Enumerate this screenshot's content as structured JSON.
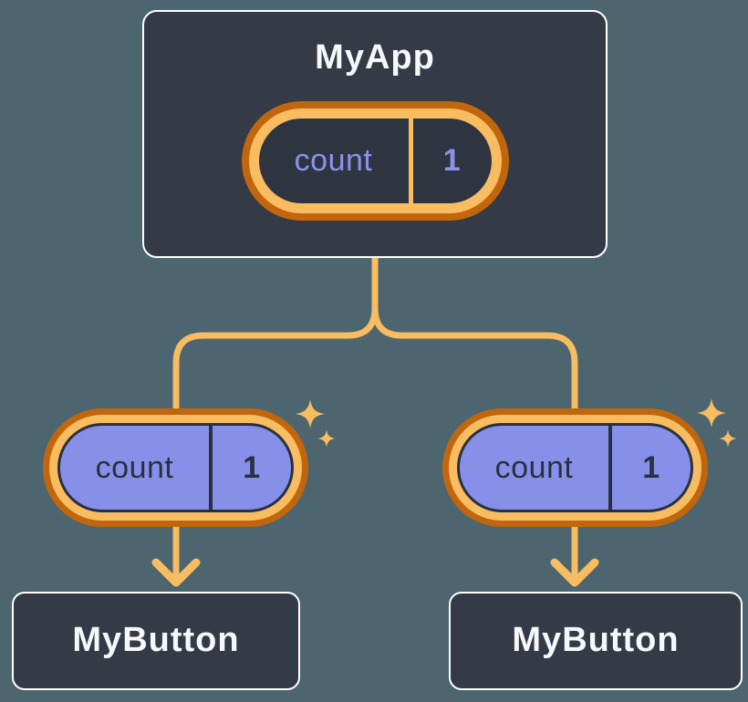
{
  "diagram": {
    "type": "react-component-state-tree",
    "root": {
      "title": "MyApp",
      "state": {
        "label": "count",
        "value": "1"
      }
    },
    "children": [
      {
        "title": "MyButton",
        "state": {
          "label": "count",
          "value": "1"
        }
      },
      {
        "title": "MyButton",
        "state": {
          "label": "count",
          "value": "1"
        }
      }
    ],
    "icons": {
      "sparkle": "sparkle-icon"
    },
    "colors": {
      "background": "#4D656E",
      "card_bg": "#343A46",
      "card_border": "#FFFFFF",
      "orange_dark": "#C2660E",
      "orange_light": "#F8BC61",
      "purple_fill": "#8790E8",
      "purple_text": "#8A93EC",
      "ink_navy": "#293040",
      "pill_dark_bg": "#2F3540",
      "text_light": "#F7F8FA"
    }
  }
}
